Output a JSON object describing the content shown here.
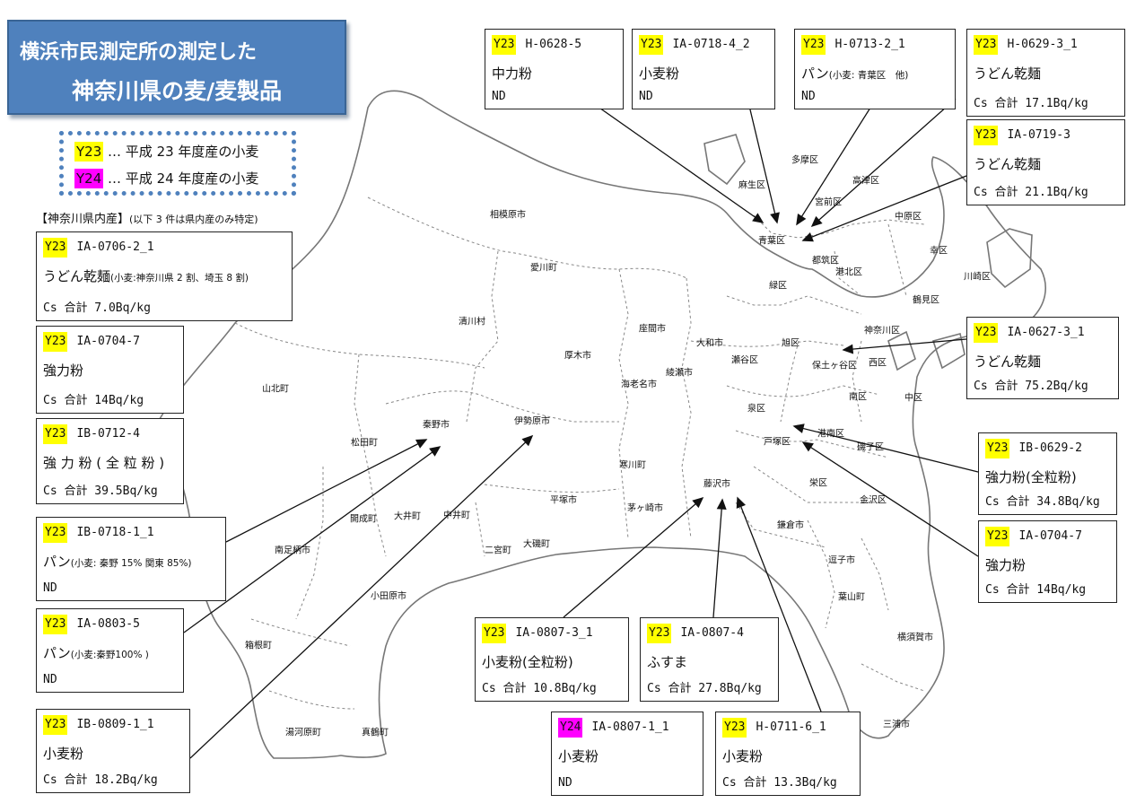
{
  "title": {
    "line1": "横浜市民測定所の測定した",
    "line2": "神奈川県の麦/麦製品"
  },
  "legend": [
    {
      "tag": "Y23",
      "text": "… 平成 23 年度産の小麦",
      "color": "#ffff00"
    },
    {
      "tag": "Y24",
      "text": "… 平成 24 年度産の小麦",
      "color": "#ff00ff"
    }
  ],
  "section": {
    "label": "【神奈川県内産】",
    "note": "(以下 3 件は県内産のみ特定)"
  },
  "cards": [
    {
      "id": "c01",
      "tag": "Y23",
      "code": "H-0628-5",
      "product": "中力粉",
      "note": "",
      "result": "ND"
    },
    {
      "id": "c02",
      "tag": "Y23",
      "code": "IA-0718-4_2",
      "product": "小麦粉",
      "note": "",
      "result": "ND"
    },
    {
      "id": "c03",
      "tag": "Y23",
      "code": "H-0713-2_1",
      "product": "パン",
      "note": "(小麦: 青葉区　他)",
      "result": "ND"
    },
    {
      "id": "c04",
      "tag": "Y23",
      "code": "H-0629-3_1",
      "product": "うどん乾麺",
      "note": "",
      "result": "Cs 合計 17.1Bq/kg"
    },
    {
      "id": "c05",
      "tag": "Y23",
      "code": "IA-0719-3",
      "product": "うどん乾麺",
      "note": "",
      "result": "Cs 合計 21.1Bq/kg"
    },
    {
      "id": "c06",
      "tag": "Y23",
      "code": "IA-0706-2_1",
      "product": "うどん乾麺",
      "note": "(小麦:神奈川県 2 割、埼玉 8 割)",
      "result": "Cs 合計 7.0Bq/kg"
    },
    {
      "id": "c07",
      "tag": "Y23",
      "code": "IA-0704-7",
      "product": "強力粉",
      "note": "",
      "result": "Cs 合計 14Bq/kg"
    },
    {
      "id": "c08",
      "tag": "Y23",
      "code": "IB-0712-4",
      "product": "強 力 粉 ( 全 粒 粉 )",
      "note": "",
      "result": "Cs 合計 39.5Bq/kg"
    },
    {
      "id": "c09",
      "tag": "Y23",
      "code": "IB-0718-1_1",
      "product": "パン",
      "note": "(小麦: 秦野 15%  関東 85%)",
      "result": "ND"
    },
    {
      "id": "c10",
      "tag": "Y23",
      "code": "IA-0803-5",
      "product": "パン",
      "note": "(小麦:秦野100% )",
      "result": "ND"
    },
    {
      "id": "c11",
      "tag": "Y23",
      "code": "IB-0809-1_1",
      "product": "小麦粉",
      "note": "",
      "result": "Cs 合計 18.2Bq/kg"
    },
    {
      "id": "c12",
      "tag": "Y23",
      "code": "IA-0627-3_1",
      "product": "うどん乾麺",
      "note": "",
      "result": "Cs 合計 75.2Bq/kg"
    },
    {
      "id": "c13",
      "tag": "Y23",
      "code": "IB-0629-2",
      "product": "強力粉(全粒粉)",
      "note": "",
      "result": "Cs 合計 34.8Bq/kg"
    },
    {
      "id": "c14",
      "tag": "Y23",
      "code": "IA-0704-7",
      "product": "強力粉",
      "note": "",
      "result": "Cs 合計 14Bq/kg"
    },
    {
      "id": "c15",
      "tag": "Y23",
      "code": "IA-0807-3_1",
      "product": "小麦粉(全粒粉)",
      "note": "",
      "result": "Cs 合計 10.8Bq/kg"
    },
    {
      "id": "c16",
      "tag": "Y23",
      "code": "IA-0807-4",
      "product": "ふすま",
      "note": "",
      "result": "Cs 合計 27.8Bq/kg"
    },
    {
      "id": "c17",
      "tag": "Y24",
      "code": "IA-0807-1_1",
      "product": "小麦粉",
      "note": "",
      "result": "ND"
    },
    {
      "id": "c18",
      "tag": "Y23",
      "code": "H-0711-6_1",
      "product": "小麦粉",
      "note": "",
      "result": "Cs 合計 13.3Bq/kg"
    }
  ],
  "places": [
    "相模原市",
    "愛川町",
    "清川村",
    "山北町",
    "松田町",
    "秦野市",
    "伊勢原市",
    "厚木市",
    "座間市",
    "大和市",
    "海老名市",
    "綾瀬市",
    "寒川町",
    "茅ヶ崎市",
    "平塚市",
    "藤沢市",
    "開成町",
    "大井町",
    "中井町",
    "南足柄市",
    "二宮町",
    "大磯町",
    "小田原市",
    "箱根町",
    "湯河原町",
    "真鶴町",
    "鎌倉市",
    "逗子市",
    "葉山町",
    "横須賀市",
    "三浦市",
    "麻生区",
    "多摩区",
    "高津区",
    "宮前区",
    "中原区",
    "青葉区",
    "都筑区",
    "幸区",
    "川崎区",
    "港北区",
    "鶴見区",
    "緑区",
    "神奈川区",
    "旭区",
    "瀬谷区",
    "保土ヶ谷区",
    "西区",
    "中区",
    "南区",
    "泉区",
    "港南区",
    "磯子区",
    "戸塚区",
    "栄区",
    "金沢区"
  ],
  "colors": {
    "y23": "#ffff00",
    "y24": "#ff00ff",
    "title_bg": "#4f81bd"
  }
}
